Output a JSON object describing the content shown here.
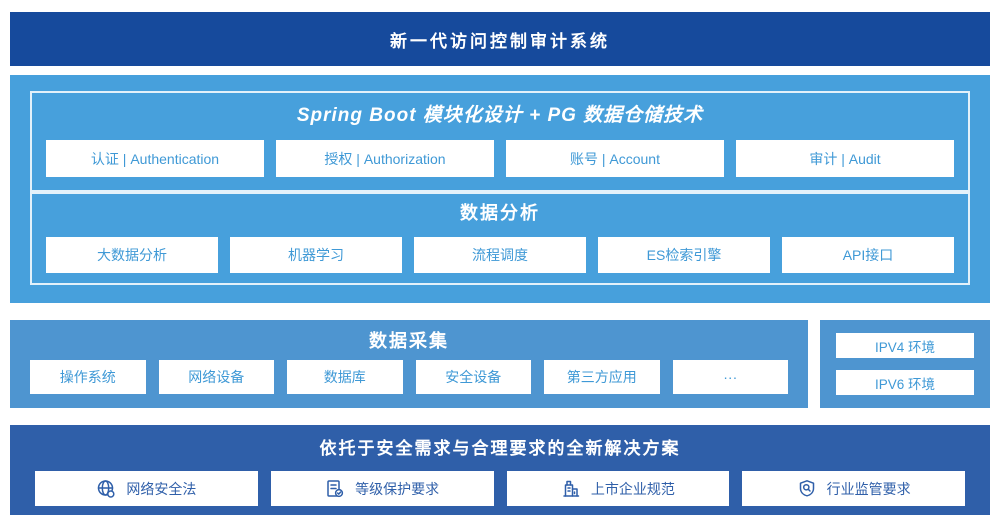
{
  "page": {
    "title": "新一代访问控制审计系统"
  },
  "colors": {
    "banner": "#164a9c",
    "platform": "#47a0dc",
    "collect": "#4e95d0",
    "solution": "#2f5fa9",
    "btn-text": "#3f99d6"
  },
  "platform": {
    "title": "Spring Boot 模块化设计 + PG 数据仓储技术",
    "modules": [
      "认证 | Authentication",
      "授权 | Authorization",
      "账号 | Account",
      "审计 | Audit"
    ],
    "analysis": {
      "title": "数据分析",
      "items": [
        "大数据分析",
        "机器学习",
        "流程调度",
        "ES检索引擎",
        "API接口"
      ]
    }
  },
  "collect": {
    "title": "数据采集",
    "items": [
      "操作系统",
      "网络设备",
      "数据库",
      "安全设备",
      "第三方应用",
      "···"
    ]
  },
  "env": {
    "items": [
      "IPV4 环境",
      "IPV6 环境"
    ]
  },
  "solution": {
    "title": "依托于安全需求与合理要求的全新解决方案",
    "items": [
      {
        "icon": "globe-icon",
        "label": "网络安全法"
      },
      {
        "icon": "document-check-icon",
        "label": "等级保护要求"
      },
      {
        "icon": "building-icon",
        "label": "上市企业规范"
      },
      {
        "icon": "shield-search-icon",
        "label": "行业监管要求"
      }
    ]
  }
}
